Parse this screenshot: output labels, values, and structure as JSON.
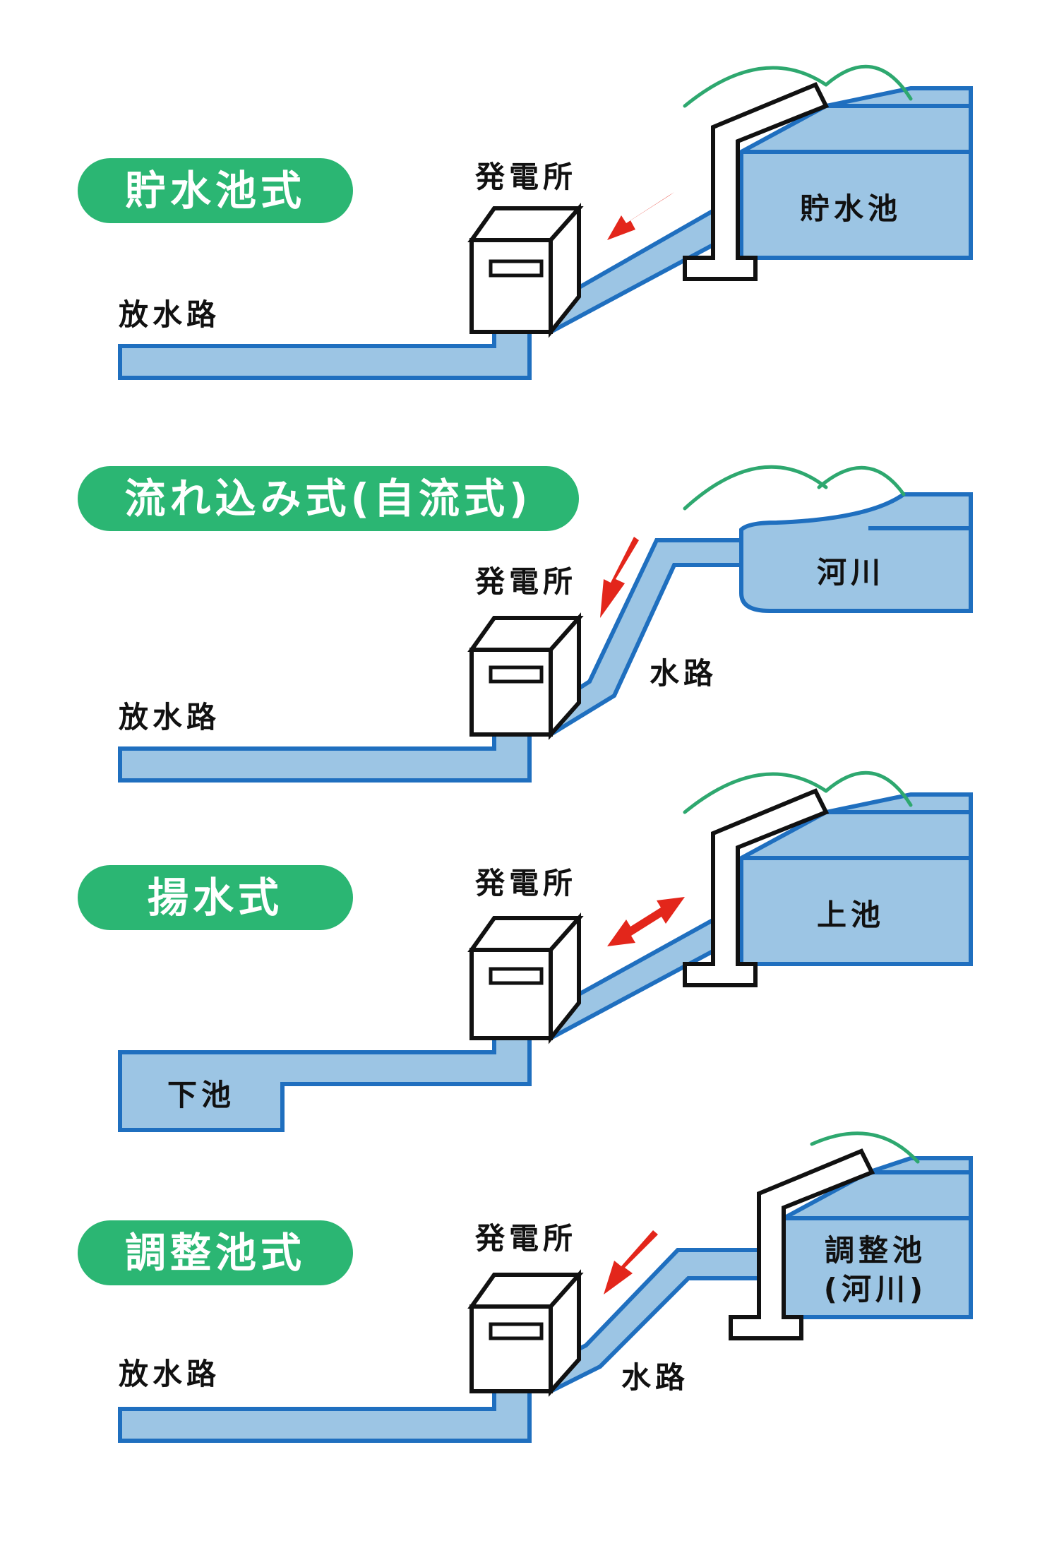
{
  "colors": {
    "pill": "#2bb673",
    "water_fill": "#9cc5e4",
    "water_stroke": "#1f6fbf",
    "arrow": "#e3261b",
    "mountain": "#2ea86f"
  },
  "panels": [
    {
      "title": "貯水池式",
      "station": "発電所",
      "outlet": "放水路",
      "source": "貯水池",
      "flow": "one-way"
    },
    {
      "title": "流れ込み式(自流式)",
      "station": "発電所",
      "outlet": "放水路",
      "source": "河川",
      "channel": "水路",
      "flow": "one-way"
    },
    {
      "title": "揚水式",
      "station": "発電所",
      "lower": "下池",
      "source": "上池",
      "flow": "two-way"
    },
    {
      "title": "調整池式",
      "station": "発電所",
      "outlet": "放水路",
      "source_line1": "調整池",
      "source_line2": "(河川)",
      "channel": "水路",
      "flow": "one-way"
    }
  ]
}
